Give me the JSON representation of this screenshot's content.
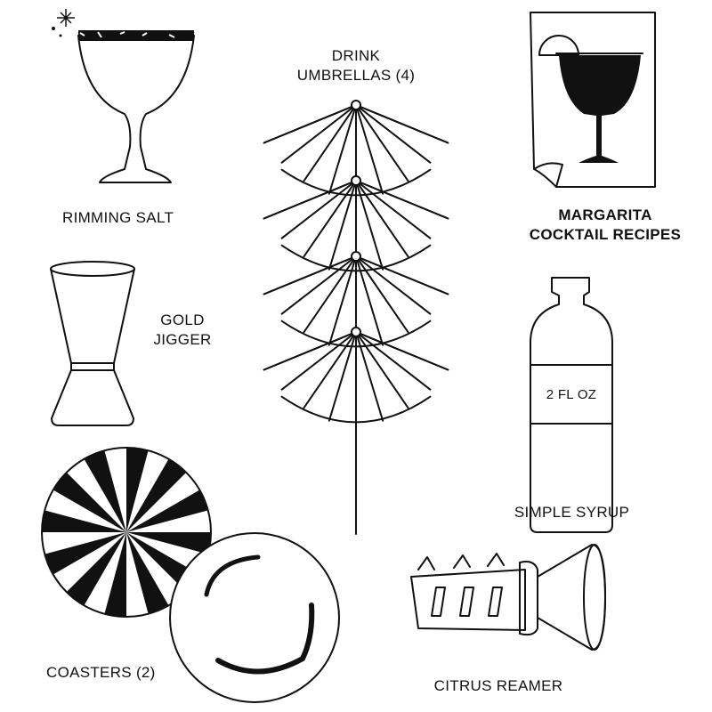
{
  "labels": {
    "rimming_salt": "RIMMING SALT",
    "drink_umbrellas_line1": "DRINK",
    "drink_umbrellas_line2": "UMBRELLAS (4)",
    "recipes_line1": "MARGARITA",
    "recipes_line2": "COCKTAIL RECIPES",
    "jigger_line1": "GOLD",
    "jigger_line2": "JIGGER",
    "bottle_label": "2 FL OZ",
    "simple_syrup": "SIMPLE SYRUP",
    "coasters": "COASTERS (2)",
    "citrus_reamer": "CITRUS REAMER"
  },
  "colors": {
    "ink": "#111111",
    "background": "#ffffff"
  },
  "umbrella_count": 4,
  "coaster_count": 2
}
